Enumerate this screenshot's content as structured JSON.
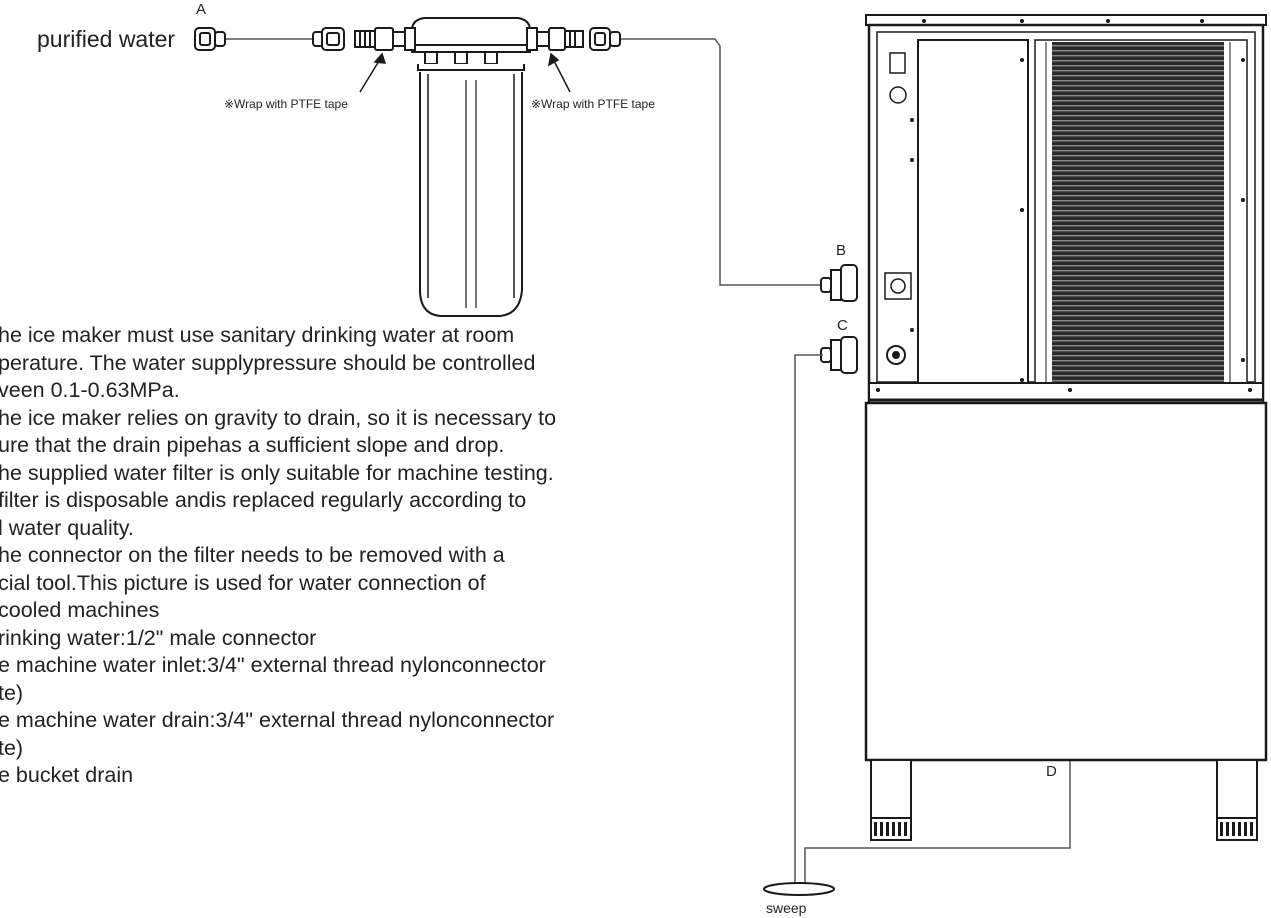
{
  "labels": {
    "purified_water": "purified water",
    "wrap_left": "※Wrap with PTFE tape",
    "wrap_right": "※Wrap with PTFE tape",
    "point_a": "A",
    "point_b": "B",
    "point_c": "C",
    "point_d": "D",
    "sweep": "sweep"
  },
  "notes": [
    "he ice maker must use sanitary drinking water at room",
    "perature. The water supplypressure should be controlled",
    "veen 0.1-0.63MPa.",
    "he ice maker relies on gravity to drain, so it is necessary to",
    "ure that the drain pipehas a sufficient slope and drop.",
    "he supplied water filter is only suitable for machine testing.",
    " filter is disposable andis replaced regularly according to",
    "l water quality.",
    "he connector on the filter needs to be removed with a",
    "cial tool.This picture is used for water connection of",
    "cooled machines",
    "rinking water:1/2\" male connector",
    "e machine water inlet:3/4\" external thread nylonconnector",
    "te)",
    "e machine water drain:3/4\" external thread nylonconnector",
    "te)",
    "e bucket drain"
  ],
  "colors": {
    "line": "#1a1a1a",
    "pipe": "#555555"
  }
}
